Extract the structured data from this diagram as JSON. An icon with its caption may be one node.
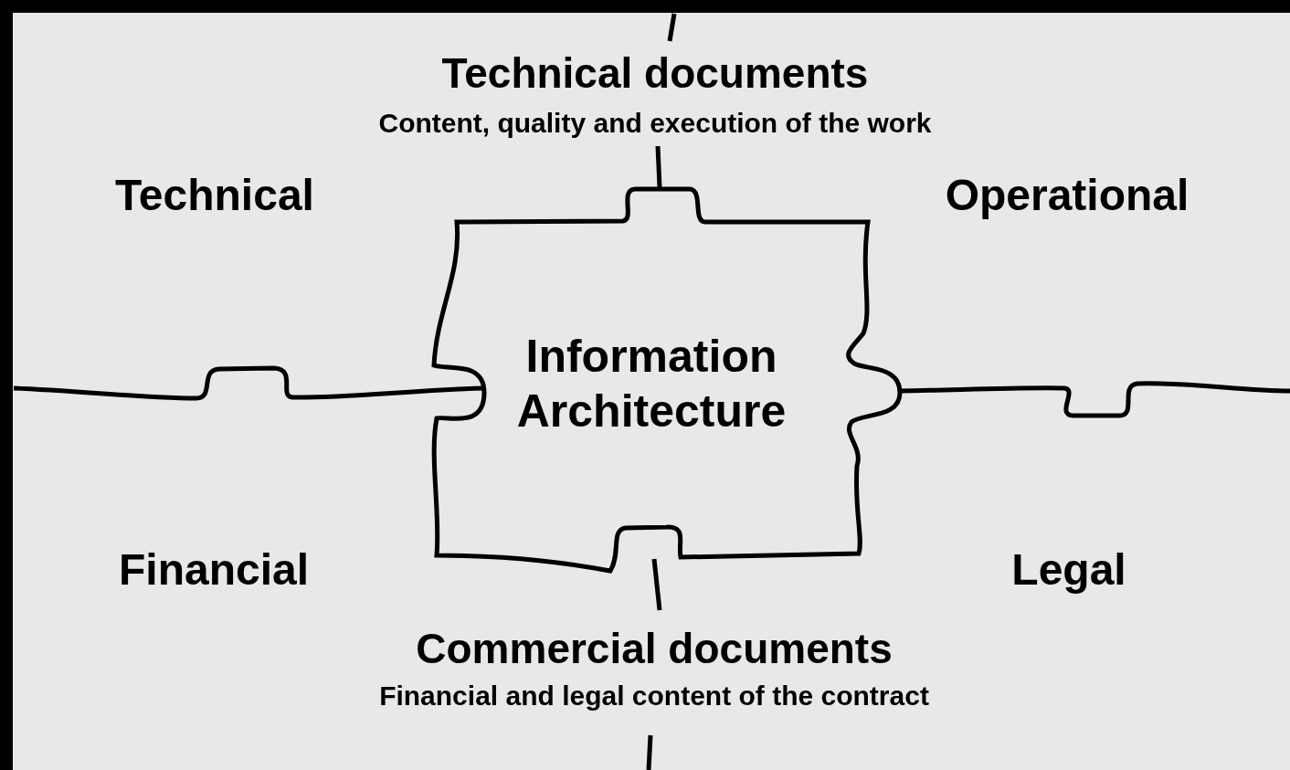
{
  "diagram": {
    "nodes": [
      {
        "text": [
          "Information Architecture"
        ]
      }
    ],
    "labels": [
      "Technical documents",
      "Content, quality and execution of the work",
      "Technical",
      "Operational",
      "Financial",
      "Legal",
      "Commercial documents",
      "Financial and legal content of the contract"
    ]
  }
}
